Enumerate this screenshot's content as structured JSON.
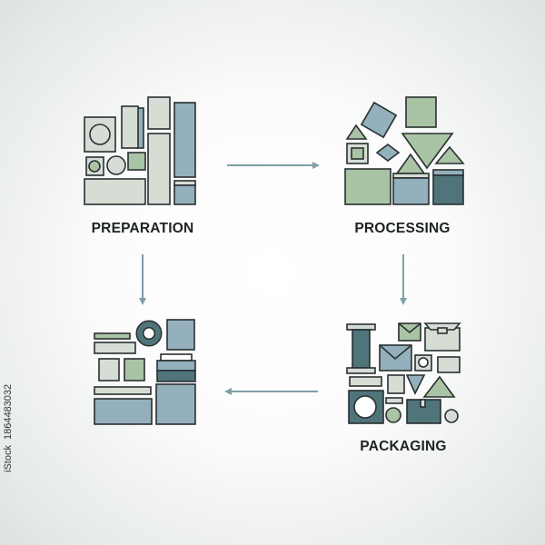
{
  "stages": [
    {
      "label": "PREPARATION"
    },
    {
      "label": "PROCESSING"
    },
    {
      "label": "PACKAGING"
    },
    {
      "label": ""
    }
  ],
  "watermark": {
    "brand": "iStock",
    "id": "1864483032"
  },
  "colors": {
    "stroke": "#2a2f31",
    "light": "#d5ddd5",
    "green": "#a9c4a4",
    "blue": "#93b0bc",
    "dark": "#4f7479",
    "arrow": "#7f9fa6"
  }
}
